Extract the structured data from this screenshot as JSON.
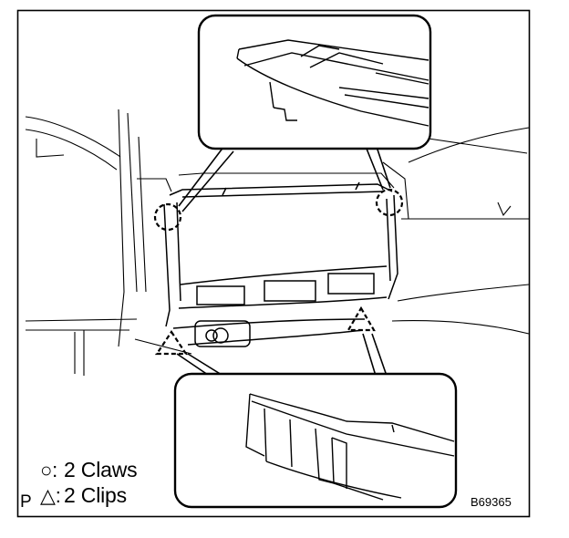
{
  "legend": {
    "claws_symbol": "○:",
    "claws_label": "2 Claws",
    "clips_symbol": "△:",
    "clips_label": "2 Clips"
  },
  "corner_letter": "P",
  "figure_code": "B69365"
}
